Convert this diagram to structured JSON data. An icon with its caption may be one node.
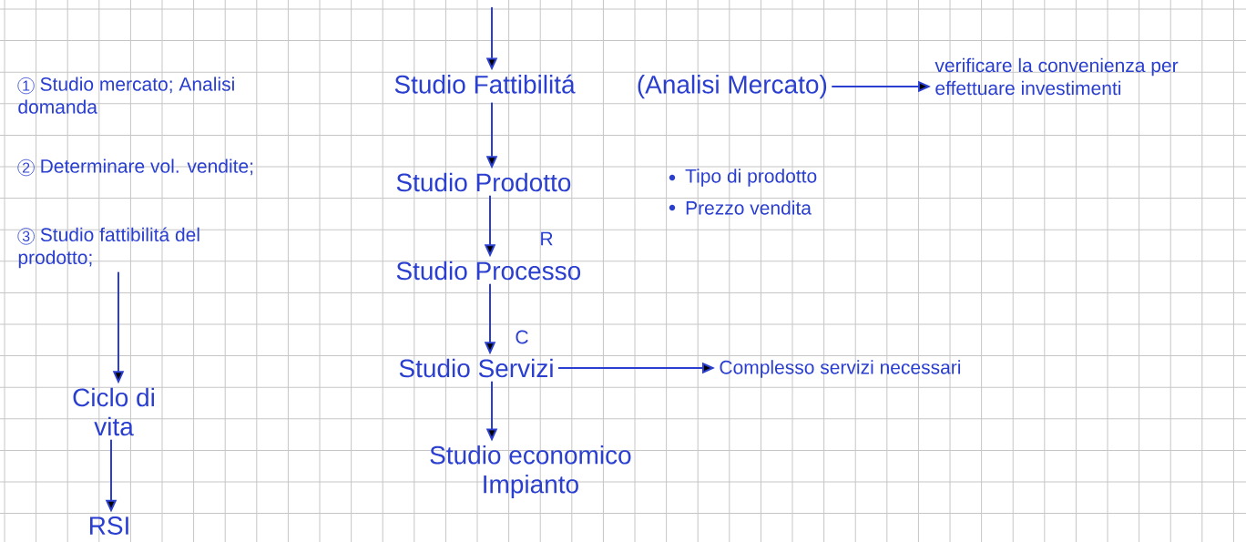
{
  "diagram": {
    "nodes": [
      {
        "text": [
          "Studio Fattibilitá",
          "(Analisi Mercato)"
        ]
      },
      {
        "text": [
          "verificare la convenienza per effettuare investimenti"
        ]
      },
      {
        "text": [
          "Studio Prodotto"
        ],
        "beside": [
          "Tipo di prodotto",
          "Prezzo vendita"
        ]
      },
      {
        "text": [
          "Studio Processo"
        ]
      },
      {
        "text": [
          "Studio Servizi"
        ]
      },
      {
        "text": [
          "Complesso servizi necessari"
        ]
      },
      {
        "text": [
          "Studio economico Impianto"
        ]
      },
      {
        "text": [
          "3",
          "Studio fattibilitá del prodotto;"
        ]
      },
      {
        "text": [
          "Ciclo di vita"
        ]
      },
      {
        "text": [
          "RSI"
        ]
      },
      {
        "text": [
          "1",
          "Studio mercato; Analisi domanda"
        ]
      },
      {
        "text": [
          "2",
          "Determinare vol. vendite;"
        ]
      }
    ],
    "edges": [
      {
        "from": null,
        "to": 0,
        "arrow": "to"
      },
      {
        "from": 0,
        "to": 1,
        "arrow": "to"
      },
      {
        "from": 0,
        "to": 2,
        "arrow": "to"
      },
      {
        "from": 2,
        "to": 3,
        "arrow": "to",
        "label": "R"
      },
      {
        "from": 3,
        "to": 4,
        "arrow": "to",
        "label": "C"
      },
      {
        "from": 4,
        "to": 5,
        "arrow": "to"
      },
      {
        "from": 4,
        "to": 6,
        "arrow": "to"
      },
      {
        "from": 7,
        "to": 8,
        "arrow": "to"
      },
      {
        "from": 8,
        "to": 9,
        "arrow": "to"
      }
    ]
  }
}
